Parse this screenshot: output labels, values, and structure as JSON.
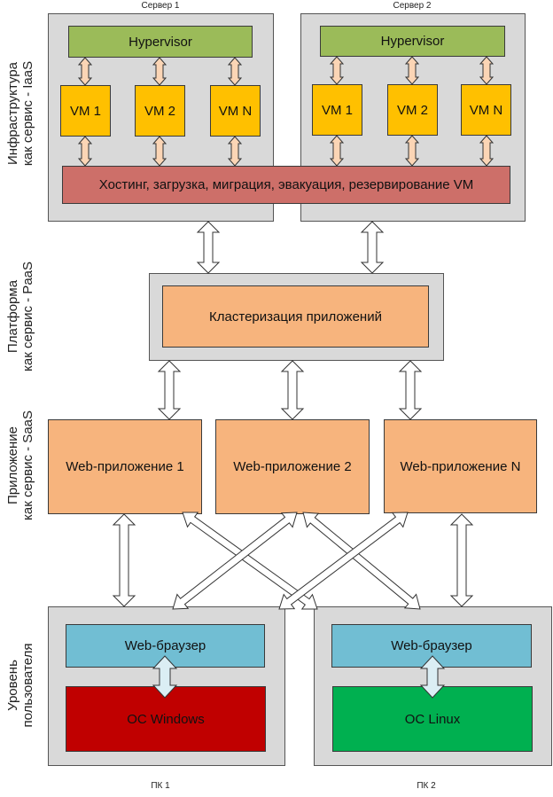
{
  "layers": {
    "iaas": [
      "Инфраструктура",
      "как сервис - IaaS"
    ],
    "paas": [
      "Платформа",
      "как сервис - PaaS"
    ],
    "saas": [
      "Приложение",
      "как сервис - SaaS"
    ],
    "user": [
      "Уровень",
      "пользователя"
    ]
  },
  "servers": [
    {
      "caption": "Сервер 1",
      "hypervisor": "Hypervisor",
      "vms": [
        "VM 1",
        "VM 2",
        "VM N"
      ]
    },
    {
      "caption": "Сервер 2",
      "hypervisor": "Hypervisor",
      "vms": [
        "VM 1",
        "VM 2",
        "VM N"
      ]
    }
  ],
  "hosting_bar": "Хостинг, загрузка, миграция, эвакуация, резервирование VM",
  "platform": {
    "cluster": "Кластеризация приложений"
  },
  "web_apps": [
    "Web-приложение 1",
    "Web-приложение 2",
    "Web-приложение N"
  ],
  "pcs": [
    {
      "caption": "ПК 1",
      "browser": "Web-браузер",
      "os": "ОС Windows"
    },
    {
      "caption": "ПК 2",
      "browser": "Web-браузер",
      "os": "ОС Linux"
    }
  ],
  "colors": {
    "hypervisor": "#9bbb59",
    "vm": "#ffc000",
    "hosting": "#cd6f69",
    "app": "#f7b47d",
    "browser": "#71bed3",
    "windows": "#c00000",
    "linux": "#00b050",
    "container": "#d9d9d9"
  }
}
